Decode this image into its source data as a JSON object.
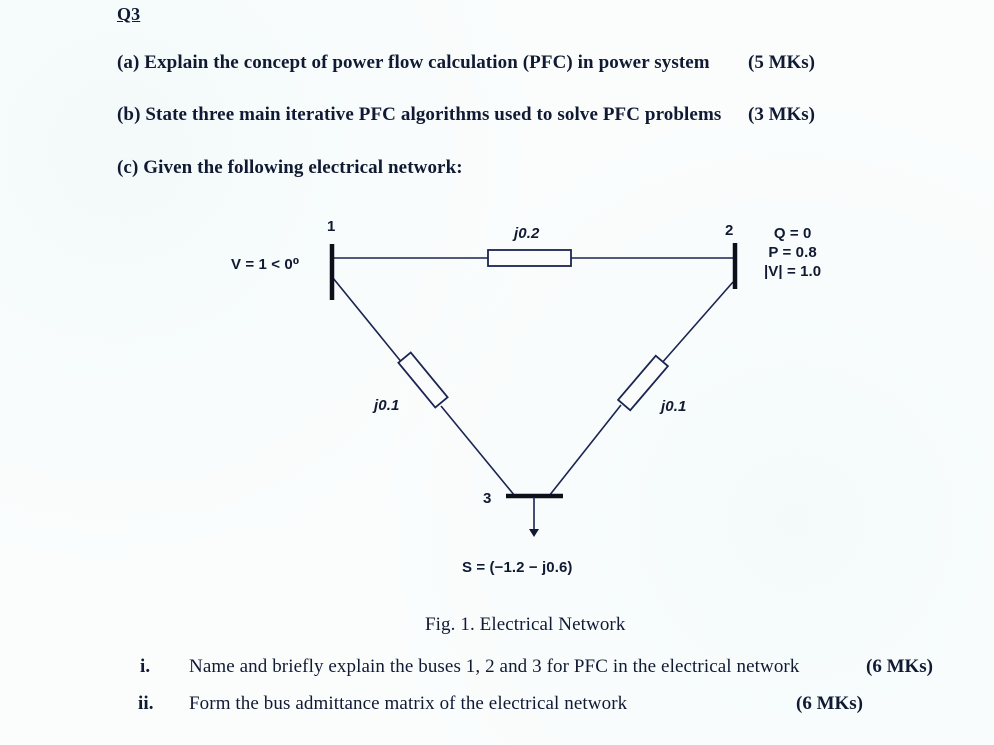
{
  "question": {
    "title": "Q3",
    "parts": [
      {
        "label": "(a)",
        "text": "(a) Explain the concept of power flow calculation (PFC) in power system",
        "marks": "(5 MKs)"
      },
      {
        "label": "(b)",
        "text": "(b) State three main iterative PFC algorithms used to solve PFC problems",
        "marks": "(3 MKs)"
      },
      {
        "label": "(c)",
        "text": "(c) Given the following electrical network:"
      }
    ],
    "figure": {
      "caption": "Fig. 1.  Electrical Network",
      "bus1": {
        "number": "1",
        "label": "V = 1 < 0⁰"
      },
      "bus2": {
        "number": "2",
        "specs": [
          "Q = 0",
          "P = 0.8",
          "|V| = 1.0"
        ]
      },
      "bus3": {
        "number": "3",
        "load": "S = (−1.2 − j0.6)"
      },
      "lines": [
        {
          "from": "1",
          "to": "2",
          "impedance": "j0.2"
        },
        {
          "from": "1",
          "to": "3",
          "impedance": "j0.1"
        },
        {
          "from": "2",
          "to": "3",
          "impedance": "j0.1"
        }
      ]
    },
    "subquestions": [
      {
        "number": "i.",
        "text": "Name and briefly explain the buses 1, 2 and 3 for PFC  in the electrical network",
        "marks": "(6 MKs)"
      },
      {
        "number": "ii.",
        "text": "Form the bus admittance matrix of the electrical network",
        "marks": "(6 MKs)"
      }
    ]
  }
}
